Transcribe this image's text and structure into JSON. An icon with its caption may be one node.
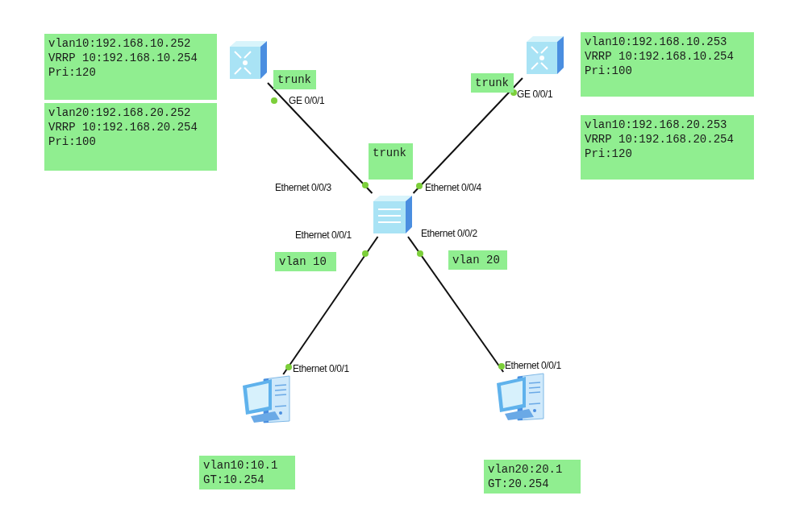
{
  "diagram": {
    "nodes": [
      {
        "text": [
          "vlan10:192.168.10.252",
          "VRRP 10:192.168.10.254",
          "Pri:120"
        ]
      },
      {
        "text": [],
        "shape": "picture"
      },
      {
        "text": [],
        "shape": "picture"
      },
      {
        "text": [
          "vlan10:192.168.10.253",
          "VRRP 10:192.168.10.254",
          "Pri:100"
        ]
      },
      {
        "text": [
          "trunk"
        ]
      },
      {
        "text": [
          "trunk"
        ]
      },
      {
        "text": [
          "vlan20:192.168.20.252",
          "VRRP 10:192.168.20.254",
          "Pri:100"
        ]
      },
      {
        "text": [
          "vlan10:192.168.20.253",
          "VRRP 10:192.168.20.254",
          "Pri:120"
        ]
      },
      {
        "text": [
          "trunk"
        ]
      },
      {
        "text": [],
        "shape": "picture"
      },
      {
        "text": [
          "vlan 10"
        ]
      },
      {
        "text": [
          "vlan 20"
        ]
      },
      {
        "text": [],
        "shape": "picture"
      },
      {
        "text": [],
        "shape": "picture"
      },
      {
        "text": [
          "vlan10:10.1",
          "GT:10.254"
        ]
      },
      {
        "text": [
          "vlan20:20.1",
          "GT:20.254"
        ]
      }
    ],
    "edges": [
      {
        "from": 1,
        "to": 9,
        "arrow": "none"
      },
      {
        "from": 2,
        "to": 9,
        "arrow": "none"
      },
      {
        "from": 9,
        "to": 12,
        "arrow": "none"
      },
      {
        "from": 9,
        "to": 13,
        "arrow": "none"
      }
    ],
    "labels": [
      "GE 0/0/1",
      "GE 0/0/1",
      "Ethernet 0/0/3",
      "Ethernet 0/0/4",
      "Ethernet 0/0/1",
      "Ethernet 0/0/2",
      "Ethernet 0/0/1",
      "Ethernet 0/0/1"
    ]
  }
}
